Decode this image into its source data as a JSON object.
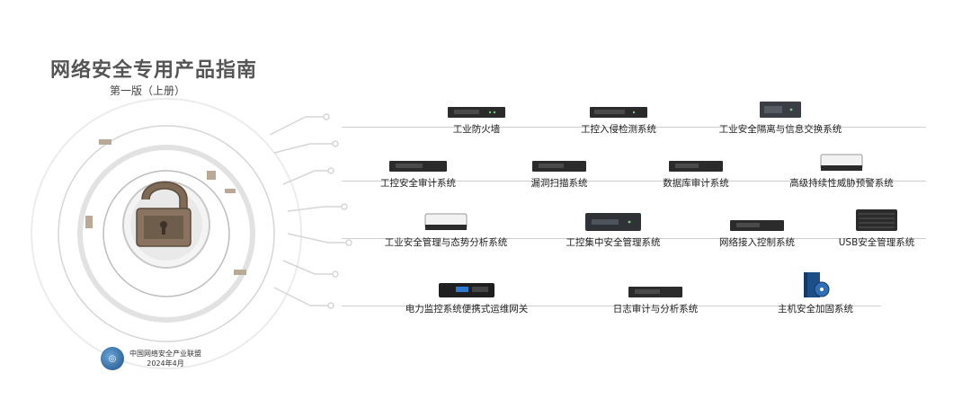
{
  "cover": {
    "title": "网络安全专用产品指南",
    "edition": "第一版（上册）",
    "publisher": "中国网络安全产业联盟",
    "date": "2024年4月"
  },
  "rows": [
    {
      "products": [
        {
          "name": "工业防火墙",
          "icon": "rack-appliance-1u"
        },
        {
          "name": "工控入侵检测系统",
          "icon": "rack-appliance-1u"
        },
        {
          "name": "工业安全隔离与信息交换系统",
          "icon": "rack-appliance-2u"
        }
      ]
    },
    {
      "products": [
        {
          "name": "工控安全审计系统",
          "icon": "rack-appliance-1u"
        },
        {
          "name": "漏洞扫描系统",
          "icon": "rack-appliance-1u"
        },
        {
          "name": "数据库审计系统",
          "icon": "rack-appliance-1u"
        },
        {
          "name": "高级持续性威胁预警系统",
          "icon": "desktop-appliance"
        }
      ]
    },
    {
      "products": [
        {
          "name": "工业安全管理与态势分析系统",
          "icon": "desktop-appliance"
        },
        {
          "name": "工控集中安全管理系统",
          "icon": "rack-appliance-2u"
        },
        {
          "name": "网络接入控制系统",
          "icon": "rack-appliance-1u"
        },
        {
          "name": "USB安全管理系统",
          "icon": "server-chassis"
        }
      ]
    },
    {
      "products": [
        {
          "name": "电力监控系统便携式运维网关",
          "icon": "portable-gateway"
        },
        {
          "name": "日志审计与分析系统",
          "icon": "rack-appliance-1u"
        },
        {
          "name": "主机安全加固系统",
          "icon": "software-box"
        }
      ]
    }
  ],
  "colors": {
    "title": "#555555",
    "rail": "#cfcfcf",
    "device": "#2b2b2b",
    "accent": "#1c4f86"
  }
}
